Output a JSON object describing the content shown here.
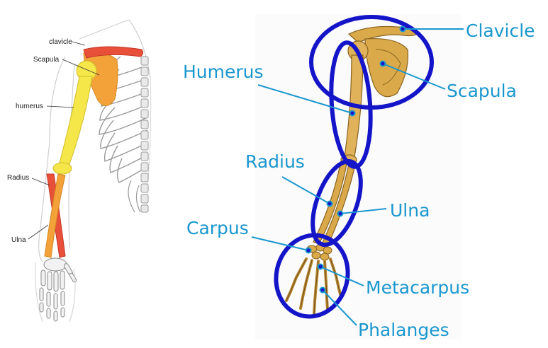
{
  "left_figure": {
    "labels": {
      "clavicle": "clavicle",
      "scapula": "Scapula",
      "humerus": "humerus",
      "radius": "Radius",
      "ulna": "Ulna"
    }
  },
  "right_figure": {
    "labels": {
      "clavicle": "Clavicle",
      "humerus": "Humerus",
      "scapula": "Scapula",
      "radius": "Radius",
      "ulna": "Ulna",
      "carpus": "Carpus",
      "metacarpus": "Metacarpus",
      "phalanges": "Phalanges"
    }
  },
  "colors": {
    "label_blue": "#1a97cf",
    "circle_blue": "#1414c8",
    "clavicle_red": "#e8503a",
    "scapula_orange": "#f3a23a",
    "humerus_yellow": "#f5e64a",
    "radius_red": "#e8503a",
    "ulna_orange": "#f3a23a",
    "bone_tan": "#d9a94a"
  }
}
